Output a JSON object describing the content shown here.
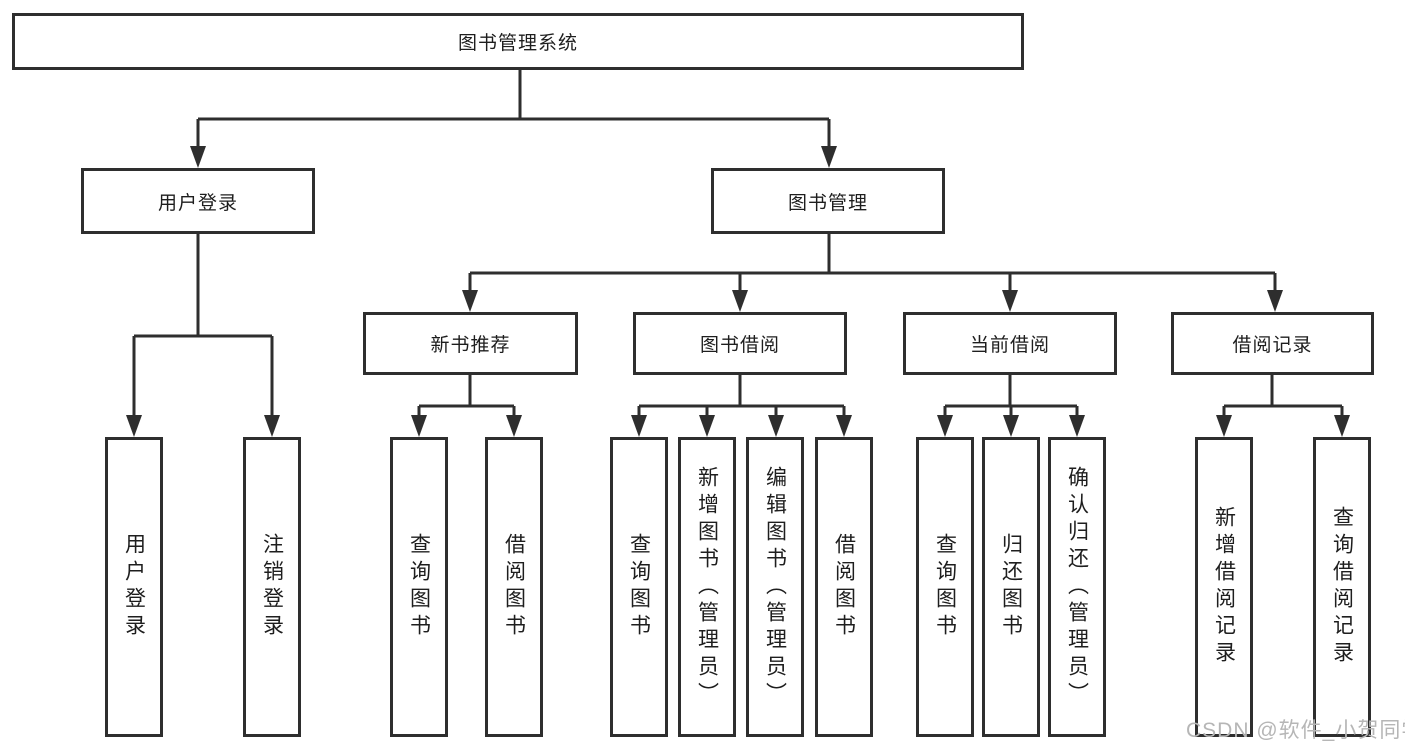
{
  "diagram": {
    "tree": {
      "label": "图书管理系统",
      "children": [
        {
          "label": "用户登录",
          "children": [
            {
              "label": "用户登录"
            },
            {
              "label": "注销登录"
            }
          ]
        },
        {
          "label": "图书管理",
          "children": [
            {
              "label": "新书推荐",
              "children": [
                {
                  "label": "查询图书"
                },
                {
                  "label": "借阅图书"
                }
              ]
            },
            {
              "label": "图书借阅",
              "children": [
                {
                  "label": "查询图书"
                },
                {
                  "label": "新增图书（管理员）"
                },
                {
                  "label": "编辑图书（管理员）"
                },
                {
                  "label": "借阅图书"
                }
              ]
            },
            {
              "label": "当前借阅",
              "children": [
                {
                  "label": "查询图书"
                },
                {
                  "label": "归还图书"
                },
                {
                  "label": "确认归还（管理员）"
                }
              ]
            },
            {
              "label": "借阅记录",
              "children": [
                {
                  "label": "新增借阅记录"
                },
                {
                  "label": "查询借阅记录"
                }
              ]
            }
          ]
        }
      ]
    }
  },
  "watermark": {
    "text": "CSDN @软件_小贺同学"
  },
  "colors": {
    "line": "#2e2e2e",
    "box_border": "#2e2e2e",
    "text": "#1e1e1e",
    "watermark": "#b6b6b6",
    "background": "#ffffff"
  }
}
